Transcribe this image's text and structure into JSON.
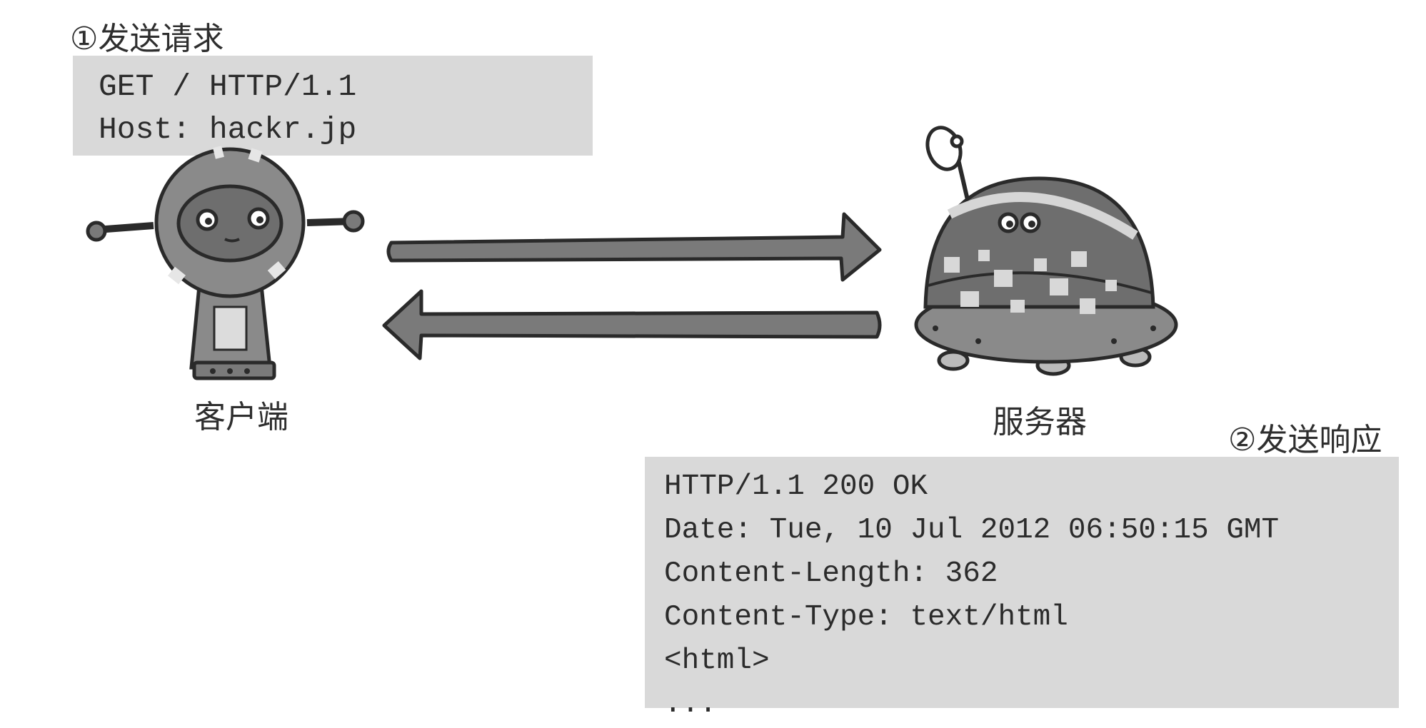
{
  "request": {
    "step_label": "①发送请求",
    "lines": [
      "GET / HTTP/1.1",
      "Host: hackr.jp"
    ]
  },
  "response": {
    "step_label": "②发送响应",
    "lines": [
      "HTTP/1.1 200 OK",
      "Date: Tue, 10 Jul 2012 06:50:15 GMT",
      "Content-Length: 362",
      "Content-Type: text/html",
      "<html>",
      "..."
    ]
  },
  "client": {
    "label": "客户端",
    "icon": "robot-client-icon"
  },
  "server": {
    "label": "服务器",
    "icon": "robot-server-icon"
  },
  "arrows": {
    "request_direction": "client-to-server",
    "response_direction": "server-to-client"
  },
  "colors": {
    "box_background": "#d9d9d9",
    "robot_gray": "#7a7a7a",
    "dark": "#2a2a2a"
  }
}
